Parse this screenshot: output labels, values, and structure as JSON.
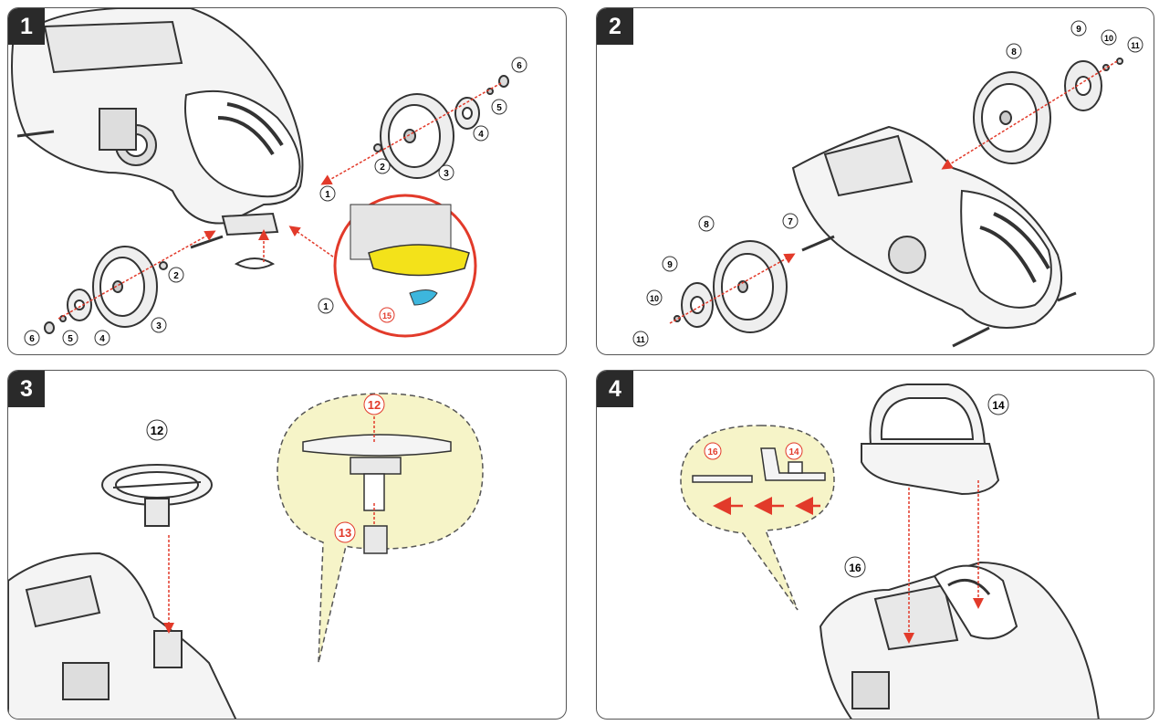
{
  "panels": [
    {
      "number": "1",
      "callouts": [
        "1",
        "2",
        "3",
        "4",
        "5",
        "6",
        "2",
        "3",
        "4",
        "5",
        "6",
        "1",
        "15"
      ]
    },
    {
      "number": "2",
      "callouts": [
        "8",
        "9",
        "10",
        "11",
        "7",
        "8",
        "9",
        "10",
        "11"
      ]
    },
    {
      "number": "3",
      "callouts": [
        "12",
        "12",
        "13"
      ]
    },
    {
      "number": "4",
      "callouts": [
        "14",
        "16",
        "16",
        "14"
      ]
    }
  ],
  "colors": {
    "arrow_red": "#e23a2a",
    "highlight_yellow": "#f3e21a",
    "bubble_fill": "#f6f4c8",
    "guard_blue": "#3db6dd",
    "line": "#333333"
  }
}
